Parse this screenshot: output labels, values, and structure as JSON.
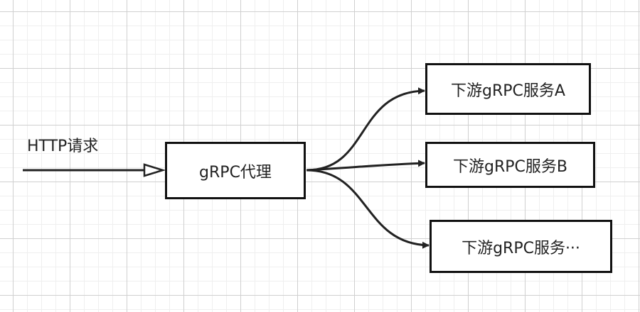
{
  "input_label": "HTTP请求",
  "proxy_label": "gRPC代理",
  "downstream": [
    {
      "label": "下游gRPC服务A"
    },
    {
      "label": "下游gRPC服务B"
    },
    {
      "label": "下游gRPC服务···"
    }
  ],
  "colors": {
    "stroke": "#222222",
    "box_border": "#111111",
    "text": "#222222",
    "grid": "#d0d0d0"
  }
}
